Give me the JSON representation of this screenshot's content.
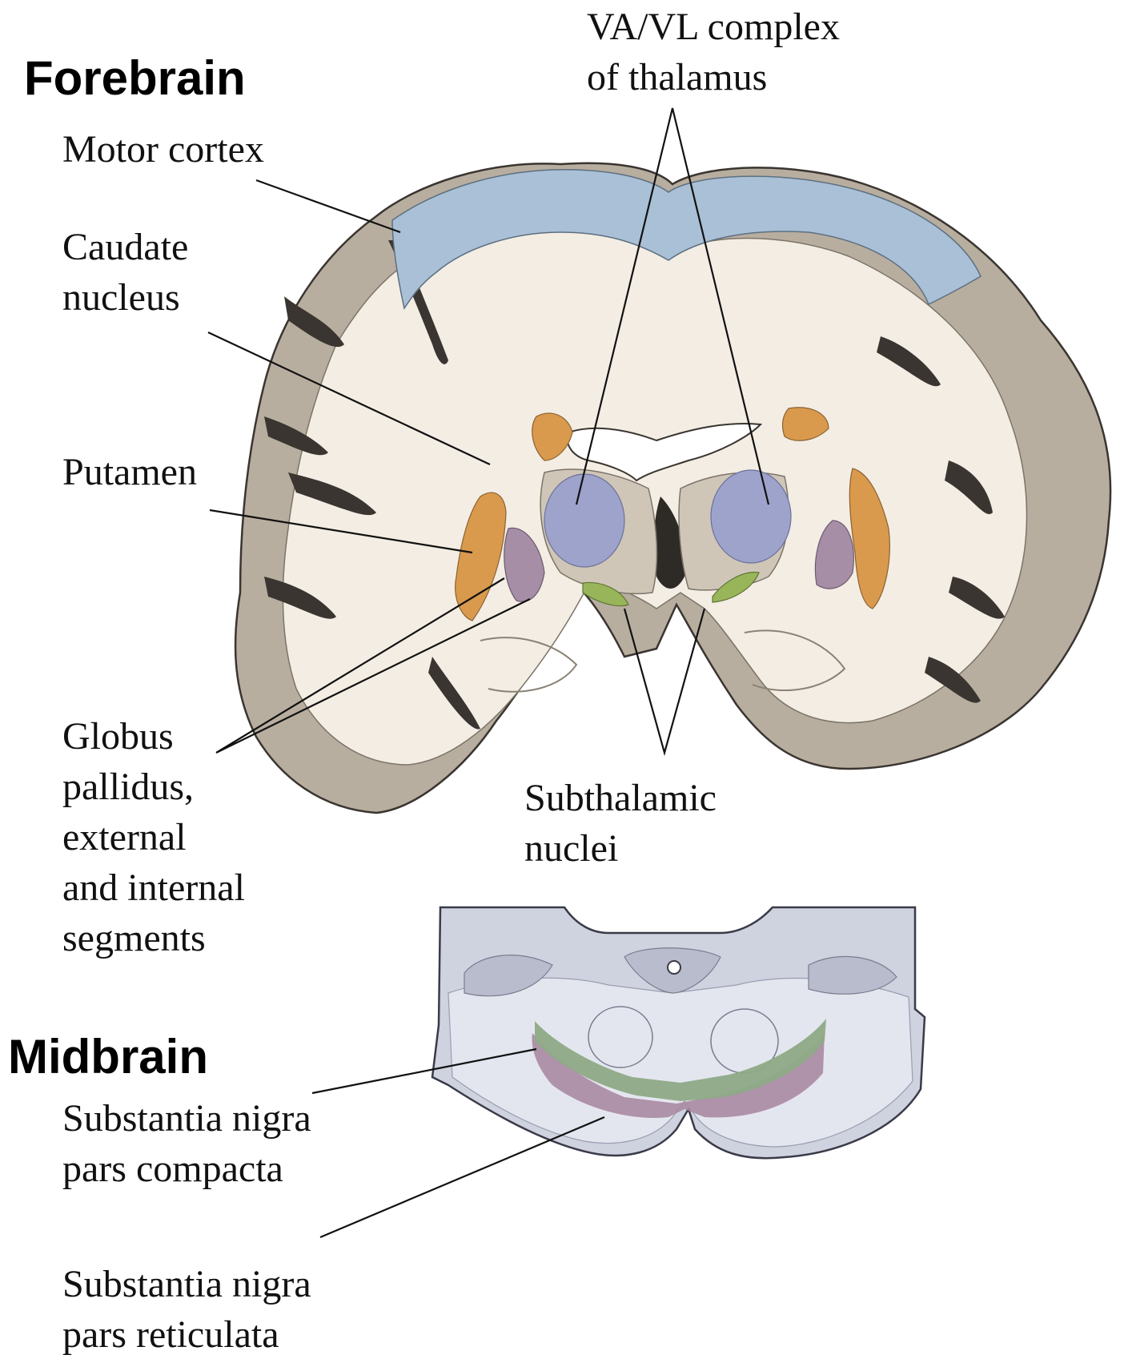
{
  "sections": {
    "forebrain": "Forebrain",
    "midbrain": "Midbrain"
  },
  "labels": {
    "va_vl": {
      "line1": "VA/VL complex",
      "line2": "of thalamus"
    },
    "motor_cortex": {
      "line1": "Motor cortex"
    },
    "caudate": {
      "line1": "Caudate",
      "line2": "nucleus"
    },
    "putamen": {
      "line1": "Putamen"
    },
    "globus": {
      "line1": "Globus",
      "line2": "pallidus,",
      "line3": "external",
      "line4": "and internal",
      "line5": "segments"
    },
    "subthalamic": {
      "line1": "Subthalamic",
      "line2": "nuclei"
    },
    "sn_compacta": {
      "line1": "Substantia nigra",
      "line2": "pars compacta"
    },
    "sn_reticulata": {
      "line1": "Substantia nigra",
      "line2": "pars reticulata"
    }
  },
  "colors": {
    "cortex_gray": "#b8ae9f",
    "white_matter": "#f3ede4",
    "motor_cortex_blue": "#a9c0d6",
    "caudate_orange": "#d99a4e",
    "putamen_orange": "#d99a4e",
    "globus_purple": "#a58ea6",
    "thalamus_lavender": "#9ea3cc",
    "subthalamic_green": "#98b55a",
    "midbrain_gray": "#cfd2df",
    "sn_compacta_green": "#8eaa86",
    "sn_reticulata_mauve": "#a98aa2",
    "leader_line": "#111111"
  }
}
